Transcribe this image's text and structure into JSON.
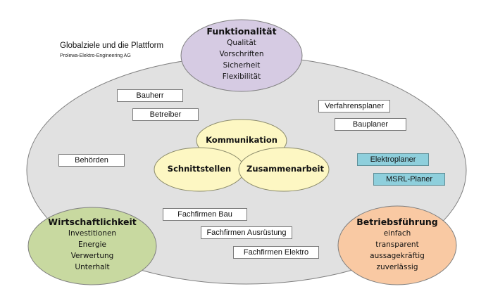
{
  "header": {
    "title": "Globalziele und die Plattform",
    "subtitle": "Prolewa-Elektro-Engineering AG"
  },
  "colors": {
    "platform_fill": "#e1e1e1",
    "outline": "#7f7f7f",
    "funktionalitaet_fill": "#d6cbe3",
    "wirtschaftlichkeit_fill": "#c8d9a0",
    "betriebsfuehrung_fill": "#f9c9a3",
    "core_fill": "#fdf7c3",
    "highlight_box_fill": "#8ecfdc"
  },
  "goals": {
    "funktionalitaet": {
      "title": "Funktionalität",
      "items": [
        "Qualität",
        "Vorschriften",
        "Sicherheit",
        "Flexibilität"
      ]
    },
    "wirtschaftlichkeit": {
      "title": "Wirtschaftlichkeit",
      "items": [
        "Investitionen",
        "Energie",
        "Verwertung",
        "Unterhalt"
      ]
    },
    "betriebsfuehrung": {
      "title": "Betriebsführung",
      "items": [
        "einfach",
        "transparent",
        "aussagekräftig",
        "zuverlässig"
      ]
    }
  },
  "core": {
    "kommunikation": "Kommunikation",
    "schnittstellen": "Schnittstellen",
    "zusammenarbeit": "Zusammenarbeit"
  },
  "stakeholders": {
    "bauherr": "Bauherr",
    "betreiber": "Betreiber",
    "behoerden": "Behörden",
    "verfahrensplaner": "Verfahrensplaner",
    "bauplaner": "Bauplaner",
    "elektroplaner": "Elektroplaner",
    "msrl_planer": "MSRL-Planer",
    "fachfirmen_bau": "Fachfirmen Bau",
    "fachfirmen_ausruestung": "Fachfirmen Ausrüstung",
    "fachfirmen_elektro": "Fachfirmen Elektro"
  }
}
